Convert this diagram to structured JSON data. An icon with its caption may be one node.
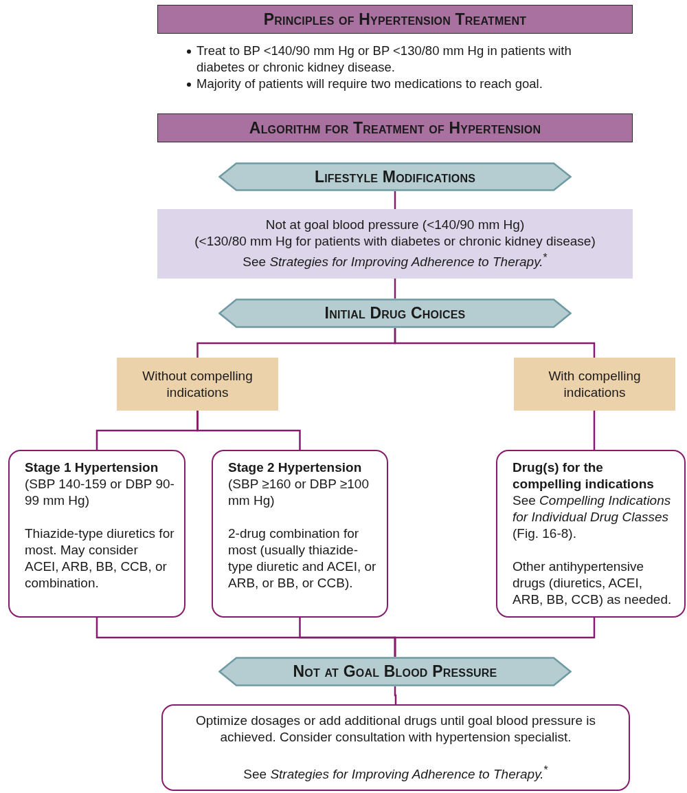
{
  "diagram": {
    "nodes": [
      {
        "text": [
          "Principles of Hypertension Treatment"
        ]
      },
      {
        "text": [
          "Algorithm for Treatment of Hypertension"
        ]
      },
      {
        "text": [
          "Lifestyle Modifications"
        ]
      },
      {
        "text": [
          "Not at goal blood pressure (<140/90 mm Hg)",
          "(<130/80 mm Hg for patients with diabetes or chronic kidney disease)",
          "See *Strategies for Improving Adherence to Therapy.*$^{*}$"
        ]
      },
      {
        "text": [
          "Initial Drug Choices"
        ]
      },
      {
        "text": [
          "Without compelling indications"
        ]
      },
      {
        "text": [
          "With compelling indications"
        ]
      },
      {
        "text": [
          "Stage 1 Hypertension",
          "(SBP 140-159 or DBP 90-99 mm Hg)",
          "Thiazide-type diuretics for most. May consider ACEI, ARB, BB, CCB, or combination."
        ]
      },
      {
        "text": [
          "Stage 2 Hypertension",
          "(SBP ≥160 or DBP ≥100 mm Hg)",
          "2-drug combination for most (usually thiazide-type diuretic and ACEI, or ARB, or BB, or CCB)."
        ]
      },
      {
        "text": [
          "Drug(s) for the compelling indications",
          "See *Compelling Indications for Individual Drug Classes* (Fig. 16-8).",
          "Other antihypertensive drugs (diuretics, ACEI, ARB, BB, CCB) as needed."
        ]
      },
      {
        "text": [
          "Not at Goal Blood Pressure"
        ]
      },
      {
        "text": [
          "Optimize dosages or add additional drugs until goal blood pressure is achieved. Consider consultation with hypertension specialist.",
          "See *Strategies for Improving Adherence to Therapy.*$^{*}$"
        ]
      }
    ],
    "edges": [
      {
        "from": 2,
        "to": 3,
        "arrow": "none"
      },
      {
        "from": 3,
        "to": 4,
        "arrow": "none"
      },
      {
        "from": 4,
        "to": 5,
        "arrow": "none"
      },
      {
        "from": 4,
        "to": 6,
        "arrow": "none"
      },
      {
        "from": 5,
        "to": 7,
        "arrow": "none"
      },
      {
        "from": 5,
        "to": 8,
        "arrow": "none"
      },
      {
        "from": 6,
        "to": 9,
        "arrow": "none"
      },
      {
        "from": 7,
        "to": 10,
        "arrow": "none"
      },
      {
        "from": 8,
        "to": 10,
        "arrow": "none"
      },
      {
        "from": 9,
        "to": 10,
        "arrow": "none"
      },
      {
        "from": 10,
        "to": 11,
        "arrow": "none"
      }
    ],
    "labels": [
      "Treat to BP <140/90 mm Hg or BP <130/80 mm Hg in patients with diabetes or chronic kidney disease.",
      "Majority of patients will require two medications to reach goal."
    ]
  }
}
